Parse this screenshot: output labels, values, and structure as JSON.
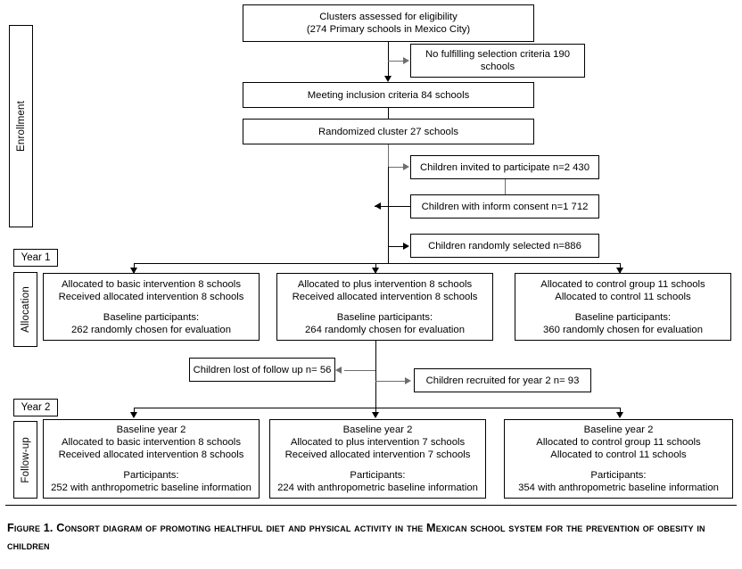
{
  "figure": {
    "caption": "Figure 1. Consort diagram of promoting healthful diet and physical activity in the Mexican school system for the prevention of obesity in children",
    "type": "consort-flow-diagram"
  },
  "stages": {
    "enrollment": "Enrollment",
    "allocation": "Allocation",
    "followup": "Follow-up"
  },
  "year_tags": {
    "year1": "Year 1",
    "year2": "Year 2"
  },
  "enrollment_boxes": {
    "clusters_assessed": {
      "line1": "Clusters assessed for eligibility",
      "line2": "(274 Primary schools in Mexico City)"
    },
    "excluded": {
      "line1": "No fulfilling selection criteria 190",
      "line2": "schools"
    },
    "meeting_inclusion": {
      "line1": "Meeting inclusion criteria  84 schools"
    },
    "randomized": {
      "line1": "Randomized cluster 27 schools"
    },
    "invited": {
      "line1": "Children invited to participate n=2 430"
    },
    "consent": {
      "line1": "Children with inform consent n=1 712"
    },
    "selected": {
      "line1": "Children randomly selected n=886"
    }
  },
  "allocation_boxes": [
    {
      "line1": "Allocated to basic intervention  8 schools",
      "line2": "Received allocated intervention 8 schools",
      "line3": "Baseline participants:",
      "line4": "262 randomly chosen for evaluation"
    },
    {
      "line1": "Allocated to plus intervention 8 schools",
      "line2": "Received allocated intervention 8 schools",
      "line3": "Baseline participants:",
      "line4": "264 randomly chosen for evaluation"
    },
    {
      "line1": "Allocated to control group 11 schools",
      "line2": "Allocated to control 11 schools",
      "line3": "Baseline participants:",
      "line4": "360 randomly chosen for evaluation"
    }
  ],
  "transition_boxes": {
    "lost": {
      "line1": "Children lost of follow up n= 56"
    },
    "recruited": {
      "line1": "Children recruited for year 2 n= 93"
    }
  },
  "followup_boxes": [
    {
      "line1": "Baseline year 2",
      "line2": "Allocated to basic intervention  8 schools",
      "line3": "Received allocated intervention 8 schools",
      "line4": "Participants:",
      "line5": "252 with anthropometric baseline information"
    },
    {
      "line1": "Baseline year 2",
      "line2": "Allocated to plus intervention 7 schools",
      "line3": "Received allocated intervention 7 schools",
      "line4": "Participants:",
      "line5": "224 with anthropometric baseline information"
    },
    {
      "line1": "Baseline year 2",
      "line2": "Allocated to control group 11 schools",
      "line3": "Allocated to control 11 schools",
      "line4": "Participants:",
      "line5": "354 with anthropometric baseline information"
    }
  ],
  "chart_data": {
    "type": "diagram",
    "title": "CONSORT flow diagram",
    "nodes": [
      {
        "id": "clusters_assessed",
        "label": "Clusters assessed for eligibility (274 Primary schools in Mexico City)",
        "value": 274,
        "unit": "schools",
        "stage": "Enrollment"
      },
      {
        "id": "excluded",
        "label": "No fulfilling selection criteria 190 schools",
        "value": 190,
        "unit": "schools",
        "stage": "Enrollment"
      },
      {
        "id": "meeting_inclusion",
        "label": "Meeting inclusion criteria 84 schools",
        "value": 84,
        "unit": "schools",
        "stage": "Enrollment"
      },
      {
        "id": "randomized",
        "label": "Randomized cluster 27 schools",
        "value": 27,
        "unit": "schools",
        "stage": "Enrollment"
      },
      {
        "id": "invited",
        "label": "Children invited to participate n=2 430",
        "value": 2430,
        "unit": "children",
        "stage": "Enrollment"
      },
      {
        "id": "consent",
        "label": "Children with inform consent n=1 712",
        "value": 1712,
        "unit": "children",
        "stage": "Enrollment"
      },
      {
        "id": "selected",
        "label": "Children randomly selected n=886",
        "value": 886,
        "unit": "children",
        "stage": "Enrollment"
      },
      {
        "id": "alloc_basic",
        "label": "Allocated to basic intervention 8 schools",
        "value": 262,
        "unit": "participants",
        "stage": "Allocation"
      },
      {
        "id": "alloc_plus",
        "label": "Allocated to plus intervention 8 schools",
        "value": 264,
        "unit": "participants",
        "stage": "Allocation"
      },
      {
        "id": "alloc_control",
        "label": "Allocated to control group 11 schools",
        "value": 360,
        "unit": "participants",
        "stage": "Allocation"
      },
      {
        "id": "lost",
        "label": "Children lost of follow up n= 56",
        "value": 56,
        "unit": "children",
        "stage": "Follow-up"
      },
      {
        "id": "recruited",
        "label": "Children recruited for year 2 n= 93",
        "value": 93,
        "unit": "children",
        "stage": "Follow-up"
      },
      {
        "id": "fu_basic",
        "label": "Baseline year 2 basic intervention 8 schools",
        "value": 252,
        "unit": "participants",
        "stage": "Follow-up"
      },
      {
        "id": "fu_plus",
        "label": "Baseline year 2 plus intervention 7 schools",
        "value": 224,
        "unit": "participants",
        "stage": "Follow-up"
      },
      {
        "id": "fu_control",
        "label": "Baseline year 2 control group 11 schools",
        "value": 354,
        "unit": "participants",
        "stage": "Follow-up"
      }
    ]
  }
}
